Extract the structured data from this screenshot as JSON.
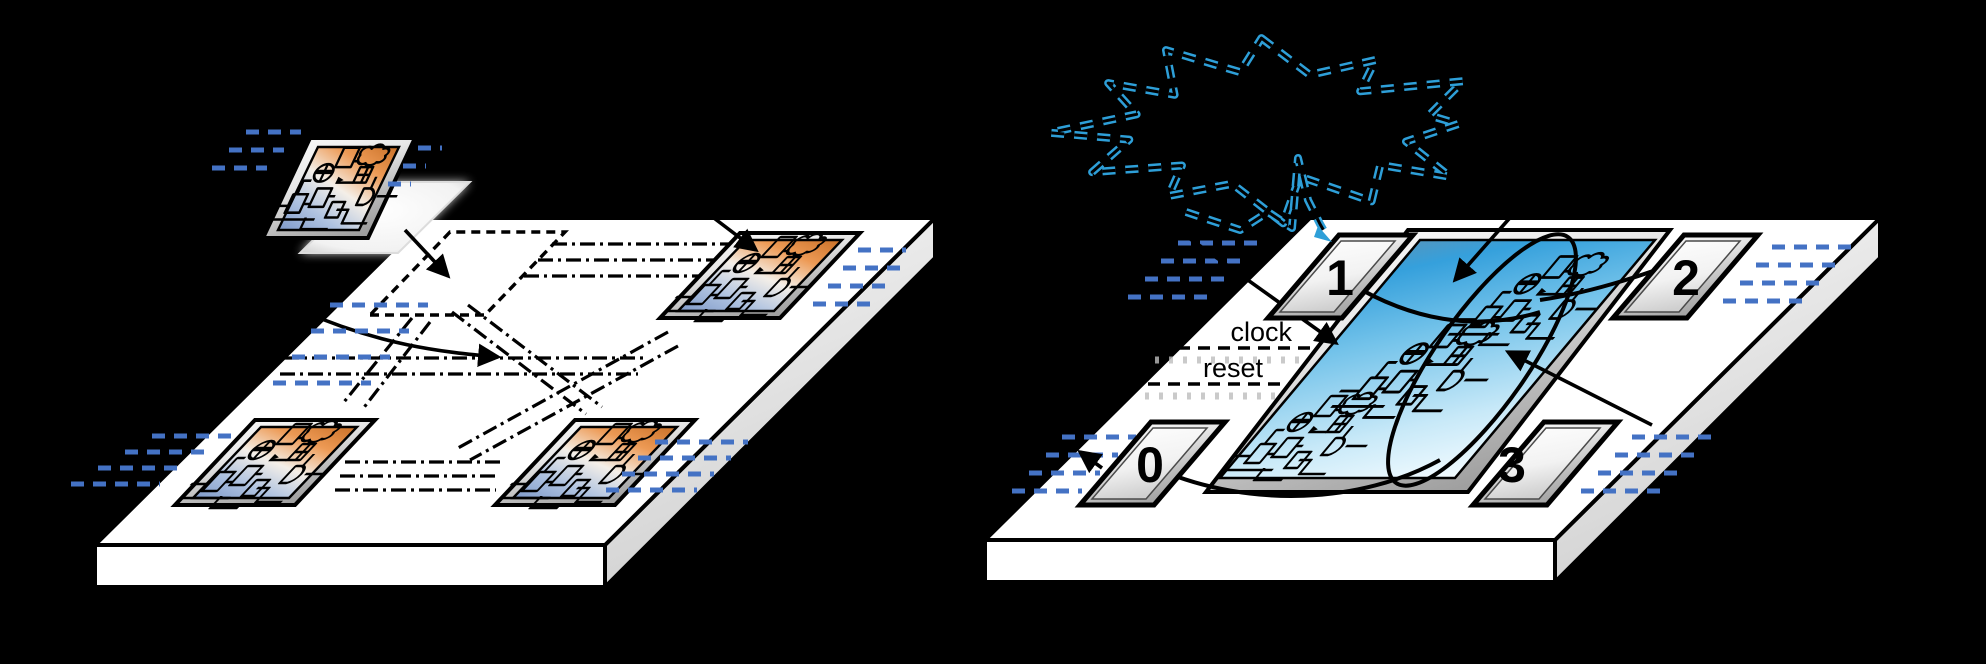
{
  "right_chip": {
    "signals": {
      "clock_label": "clock",
      "reset_label": "reset"
    },
    "pads": [
      {
        "label": "0"
      },
      {
        "label": "1"
      },
      {
        "label": "2"
      },
      {
        "label": "3"
      }
    ]
  },
  "icons": {
    "starburst": "explosion-burst-dashed",
    "circuit_tiles": "schematic-doodle"
  },
  "colors": {
    "background": "#000000",
    "board_white": "#ffffff",
    "wire_dash_blue": "#4472C4",
    "starburst_blue": "#2E9FD8",
    "tile_orange": "#DE7B2C",
    "tile_pale_blue": "#9FB4D8",
    "region_blue": "#35A0DC",
    "line_black": "#000000"
  }
}
